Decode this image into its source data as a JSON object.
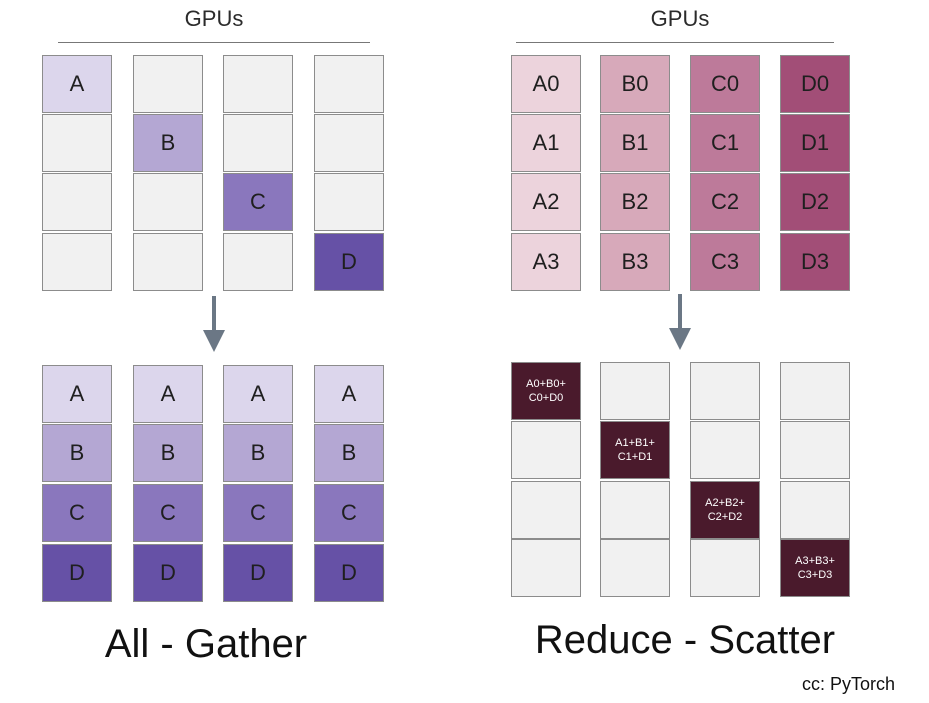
{
  "colors": {
    "empty": "#f1f1f1",
    "border": "#8c8c8c",
    "purple_a": "#dcd6ec",
    "purple_b": "#b4a7d3",
    "purple_c": "#8a77bd",
    "purple_d": "#6651a6",
    "pink_a": "#ecd3dc",
    "pink_b": "#d7a9ba",
    "pink_c": "#bd7a9a",
    "pink_d": "#a24e77",
    "reduced": "#4a1a2c",
    "arrow": "#6b7785"
  },
  "all_gather": {
    "header": "GPUs",
    "before": [
      [
        {
          "text": "A",
          "fill": "purple_a"
        },
        {
          "text": "",
          "fill": "empty"
        },
        {
          "text": "",
          "fill": "empty"
        },
        {
          "text": "",
          "fill": "empty"
        }
      ],
      [
        {
          "text": "",
          "fill": "empty"
        },
        {
          "text": "B",
          "fill": "purple_b"
        },
        {
          "text": "",
          "fill": "empty"
        },
        {
          "text": "",
          "fill": "empty"
        }
      ],
      [
        {
          "text": "",
          "fill": "empty"
        },
        {
          "text": "",
          "fill": "empty"
        },
        {
          "text": "C",
          "fill": "purple_c"
        },
        {
          "text": "",
          "fill": "empty"
        }
      ],
      [
        {
          "text": "",
          "fill": "empty"
        },
        {
          "text": "",
          "fill": "empty"
        },
        {
          "text": "",
          "fill": "empty"
        },
        {
          "text": "D",
          "fill": "purple_d"
        }
      ]
    ],
    "after": [
      [
        {
          "text": "A",
          "fill": "purple_a"
        },
        {
          "text": "B",
          "fill": "purple_b"
        },
        {
          "text": "C",
          "fill": "purple_c"
        },
        {
          "text": "D",
          "fill": "purple_d"
        }
      ],
      [
        {
          "text": "A",
          "fill": "purple_a"
        },
        {
          "text": "B",
          "fill": "purple_b"
        },
        {
          "text": "C",
          "fill": "purple_c"
        },
        {
          "text": "D",
          "fill": "purple_d"
        }
      ],
      [
        {
          "text": "A",
          "fill": "purple_a"
        },
        {
          "text": "B",
          "fill": "purple_b"
        },
        {
          "text": "C",
          "fill": "purple_c"
        },
        {
          "text": "D",
          "fill": "purple_d"
        }
      ],
      [
        {
          "text": "A",
          "fill": "purple_a"
        },
        {
          "text": "B",
          "fill": "purple_b"
        },
        {
          "text": "C",
          "fill": "purple_c"
        },
        {
          "text": "D",
          "fill": "purple_d"
        }
      ]
    ],
    "caption": "All - Gather"
  },
  "reduce_scatter": {
    "header": "GPUs",
    "before": [
      [
        {
          "text": "A0",
          "fill": "pink_a"
        },
        {
          "text": "A1",
          "fill": "pink_a"
        },
        {
          "text": "A2",
          "fill": "pink_a"
        },
        {
          "text": "A3",
          "fill": "pink_a"
        }
      ],
      [
        {
          "text": "B0",
          "fill": "pink_b"
        },
        {
          "text": "B1",
          "fill": "pink_b"
        },
        {
          "text": "B2",
          "fill": "pink_b"
        },
        {
          "text": "B3",
          "fill": "pink_b"
        }
      ],
      [
        {
          "text": "C0",
          "fill": "pink_c"
        },
        {
          "text": "C1",
          "fill": "pink_c"
        },
        {
          "text": "C2",
          "fill": "pink_c"
        },
        {
          "text": "C3",
          "fill": "pink_c"
        }
      ],
      [
        {
          "text": "D0",
          "fill": "pink_d"
        },
        {
          "text": "D1",
          "fill": "pink_d"
        },
        {
          "text": "D2",
          "fill": "pink_d"
        },
        {
          "text": "D3",
          "fill": "pink_d"
        }
      ]
    ],
    "after": [
      [
        {
          "text": "A0+B0+\nC0+D0",
          "fill": "reduced"
        },
        {
          "text": "",
          "fill": "empty"
        },
        {
          "text": "",
          "fill": "empty"
        },
        {
          "text": "",
          "fill": "empty"
        }
      ],
      [
        {
          "text": "",
          "fill": "empty"
        },
        {
          "text": "A1+B1+\nC1+D1",
          "fill": "reduced"
        },
        {
          "text": "",
          "fill": "empty"
        },
        {
          "text": "",
          "fill": "empty"
        }
      ],
      [
        {
          "text": "",
          "fill": "empty"
        },
        {
          "text": "",
          "fill": "empty"
        },
        {
          "text": "A2+B2+\nC2+D2",
          "fill": "reduced"
        },
        {
          "text": "",
          "fill": "empty"
        }
      ],
      [
        {
          "text": "",
          "fill": "empty"
        },
        {
          "text": "",
          "fill": "empty"
        },
        {
          "text": "",
          "fill": "empty"
        },
        {
          "text": "A3+B3+\nC3+D3",
          "fill": "reduced"
        }
      ]
    ],
    "caption": "Reduce - Scatter"
  },
  "credit": "cc: PyTorch"
}
